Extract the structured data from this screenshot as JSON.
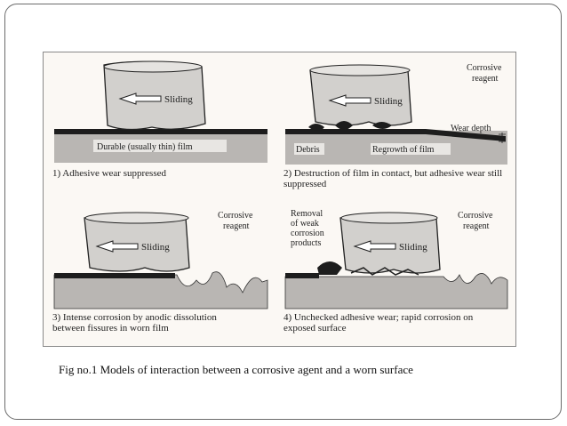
{
  "panels": [
    {
      "caption": "1) Adhesive wear suppressed",
      "slide_label": "Sliding",
      "film_label": "Durable (usually thin) film"
    },
    {
      "caption": "2) Destruction of film in contact, but adhesive wear still suppressed",
      "slide_label": "Sliding",
      "reagent_label": "Corrosive reagent",
      "wear_depth_label": "Wear depth",
      "debris_label": "Debris",
      "regrowth_label": "Regrowth of film"
    },
    {
      "caption": "3) Intense corrosion by anodic dissolution between fissures in worn film",
      "slide_label": "Sliding",
      "reagent_label": "Corrosive reagent"
    },
    {
      "caption": "4) Unchecked adhesive wear; rapid corrosion on exposed surface",
      "slide_label": "Sliding",
      "reagent_label": "Corrosive reagent",
      "removal_label": "Removal of weak corrosion products"
    }
  ],
  "figure_caption": "Fig no.1 Models of interaction between a corrosive agent and a worn surface"
}
